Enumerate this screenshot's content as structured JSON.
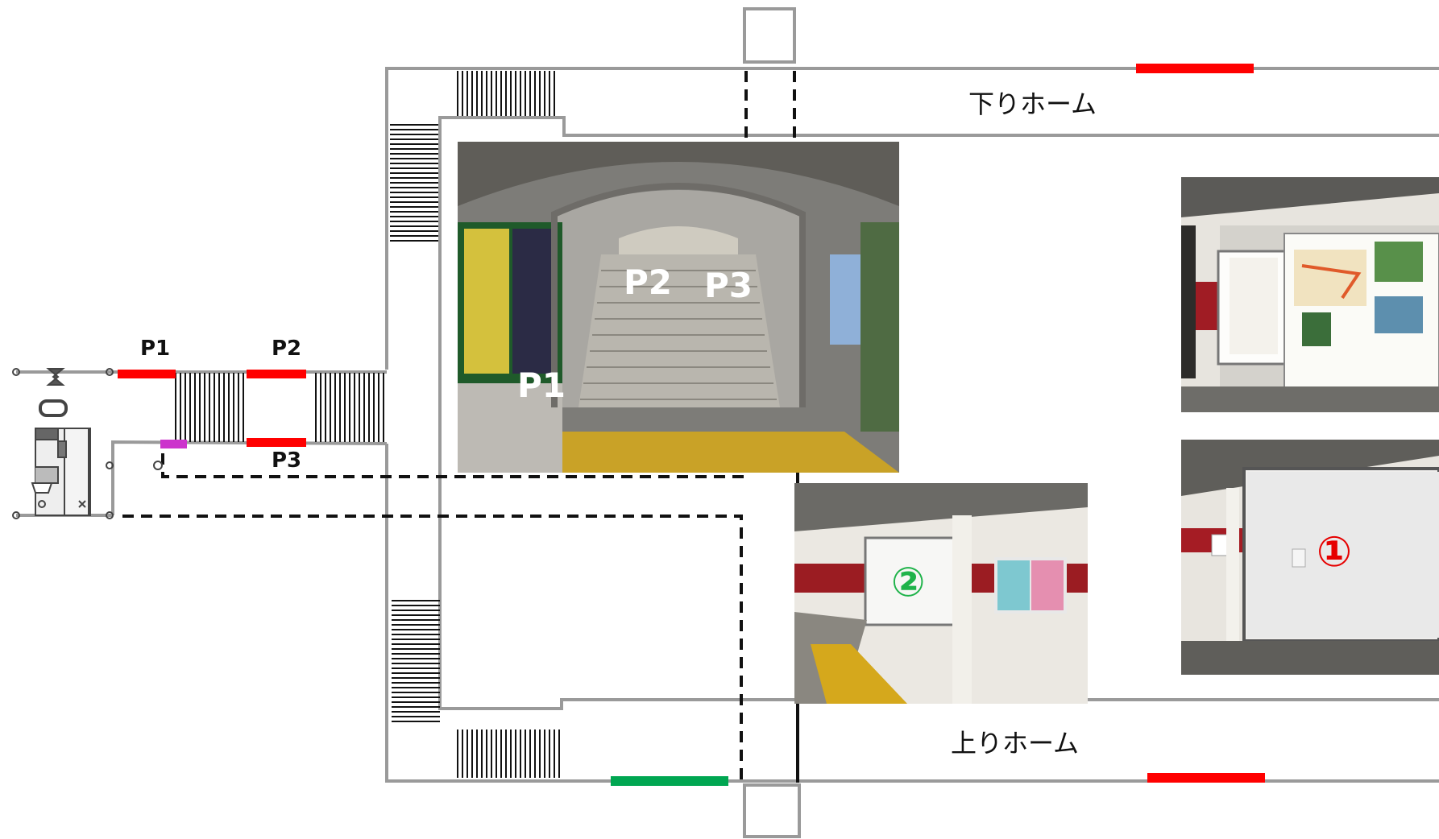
{
  "platforms": {
    "down": "下りホーム",
    "up": "上りホーム"
  },
  "pillar_labels": {
    "p1": "P1",
    "p2": "P2",
    "p3": "P3"
  },
  "photo_overlays": {
    "p1": "P1",
    "p2": "P2",
    "p3": "P3",
    "ad_2": "②",
    "ad_1": "①"
  },
  "colors": {
    "outline": "#9a9a9a",
    "red": "#ff0000",
    "green": "#00a651",
    "magenta": "#cc33cc",
    "stairs": "#111111",
    "ad_1_text": "#e60000",
    "ad_2_text": "#1fb34a"
  }
}
